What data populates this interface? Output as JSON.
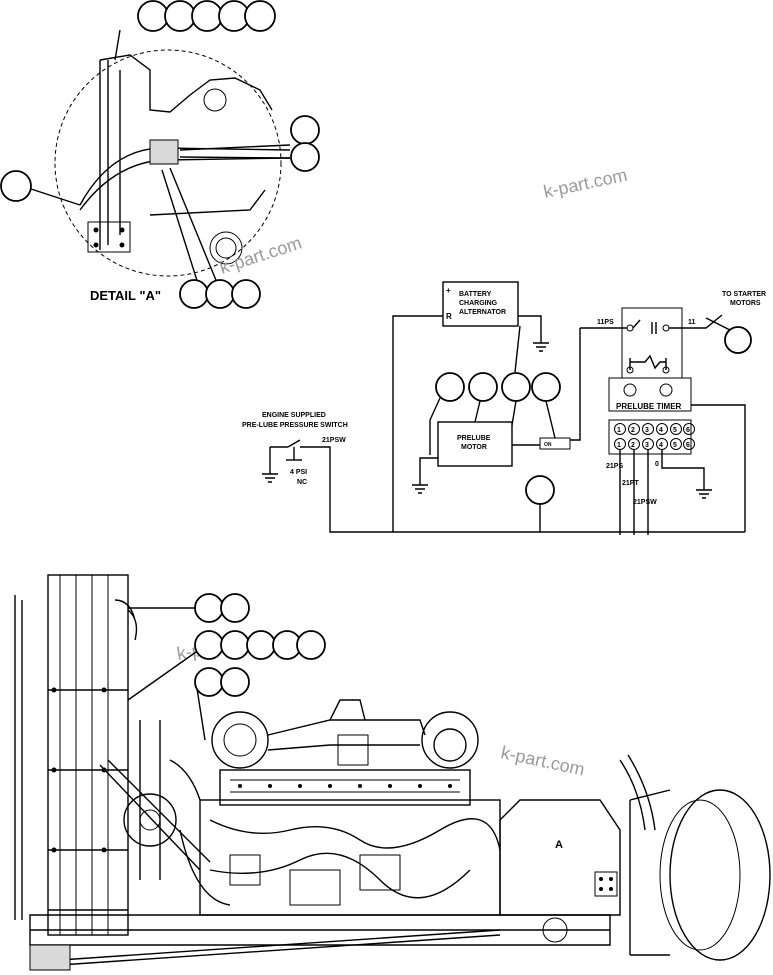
{
  "detail": {
    "label": "DETAIL \"A\""
  },
  "watermarks": [
    "k-part.com",
    "k-part.com",
    "k-part.com",
    "k-part.com"
  ],
  "schematic": {
    "alternator_lines": [
      "BATTERY",
      "CHARGING",
      "ALTERNATOR"
    ],
    "alternator_term_plus": "+",
    "alternator_term_r": "R",
    "prelube_motor_lines": [
      "PRELUBE",
      "MOTOR"
    ],
    "prelube_timer": "PRELUBE TIMER",
    "pressure_switch_lines": [
      "ENGINE SUPPLIED",
      "PRE-LUBE PRESSURE SWITCH"
    ],
    "psi_lines": [
      "4 PSI",
      "NC"
    ],
    "to_starter_lines": [
      "TO STARTER",
      "MOTORS"
    ],
    "wire_labels": {
      "w_11ps": "11PS",
      "w_11": "11",
      "w_21psw_top": "21PSW",
      "w_21ps": "21PS",
      "w_21pt": "21PT",
      "w_21psw_bottom": "21PSW",
      "w_0": "0"
    },
    "terminals_top": [
      "1",
      "2",
      "3",
      "4",
      "5",
      "6"
    ],
    "terminals_bottom": [
      "1",
      "2",
      "3",
      "4",
      "5",
      "6"
    ],
    "relay_label": "ON"
  },
  "engine": {
    "marker_a": "A"
  }
}
